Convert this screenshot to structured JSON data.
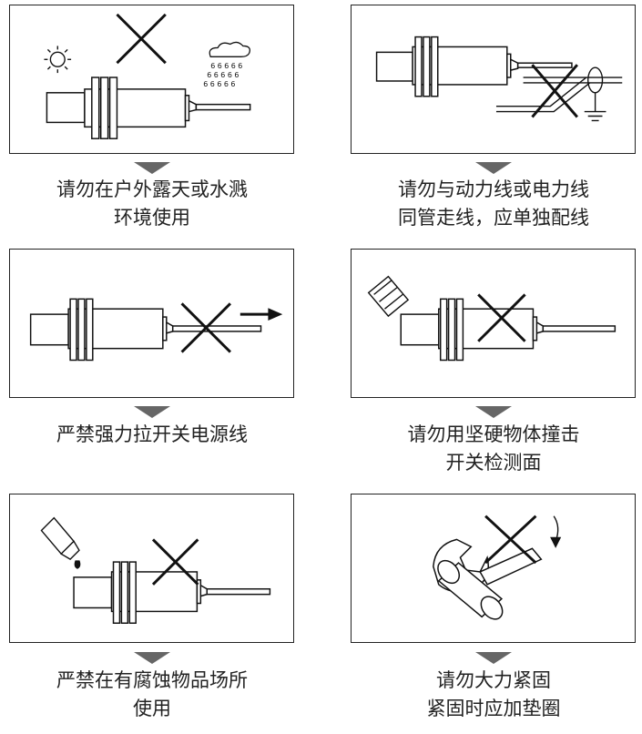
{
  "panels": [
    {
      "caption": [
        "请勿在户外露天或水溅",
        "环境使用"
      ]
    },
    {
      "caption": [
        "请勿与动力线或电力线",
        "同管走线，应单独配线"
      ]
    },
    {
      "caption": [
        "严禁强力拉开关电源线"
      ]
    },
    {
      "caption": [
        "请勿用坚硬物体撞击",
        "开关检测面"
      ]
    },
    {
      "caption": [
        "严禁在有腐蚀物品场所",
        "使用"
      ]
    },
    {
      "caption": [
        "请勿大力紧固",
        "紧固时应加垫圈"
      ]
    }
  ]
}
